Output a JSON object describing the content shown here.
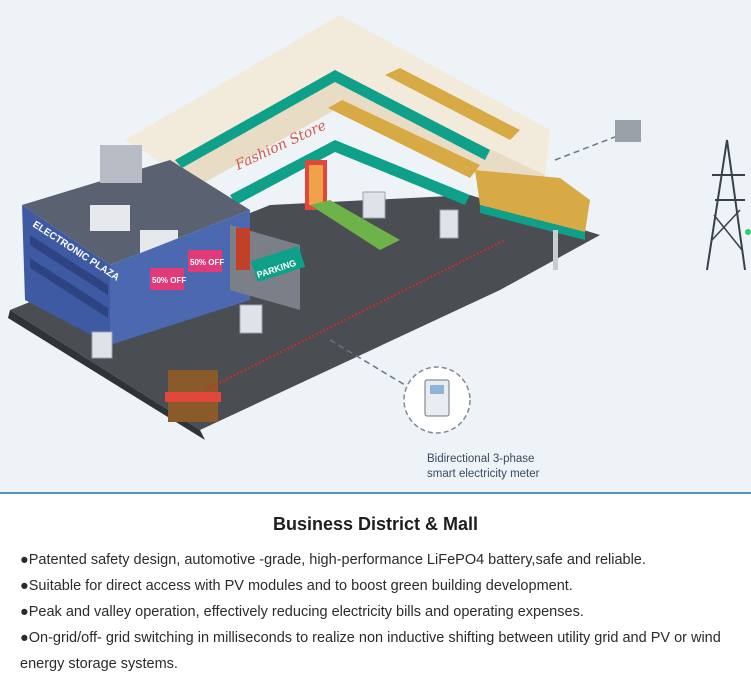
{
  "illustration": {
    "store_sign": "Fashion Store",
    "plaza_sign": "ELECTRONIC PLAZA",
    "sale_signs": [
      "50% OFF",
      "50% OFF"
    ],
    "parking_sign": "PARKING",
    "meter_label_line1": "Bidirectional 3-phase",
    "meter_label_line2": "smart electricity meter"
  },
  "content": {
    "title": "Business District & Mall",
    "bullets": [
      "●Patented safety design, automotive -grade, high-performance LiFePO4 battery,safe and reliable.",
      "●Suitable for direct access with PV modules and to boost green building development.",
      "●Peak and valley operation, effectively reducing electricity bills and operating expenses.",
      "●On-grid/off- grid switching in milliseconds to realize non inductive shifting between utility grid and PV or wind energy storage systems."
    ]
  },
  "colors": {
    "teal": "#0fa08a",
    "awning": "#d8aa45",
    "building_blue": "#3d5aa3",
    "ground": "#4a4d52",
    "background": "#eef3f8"
  }
}
